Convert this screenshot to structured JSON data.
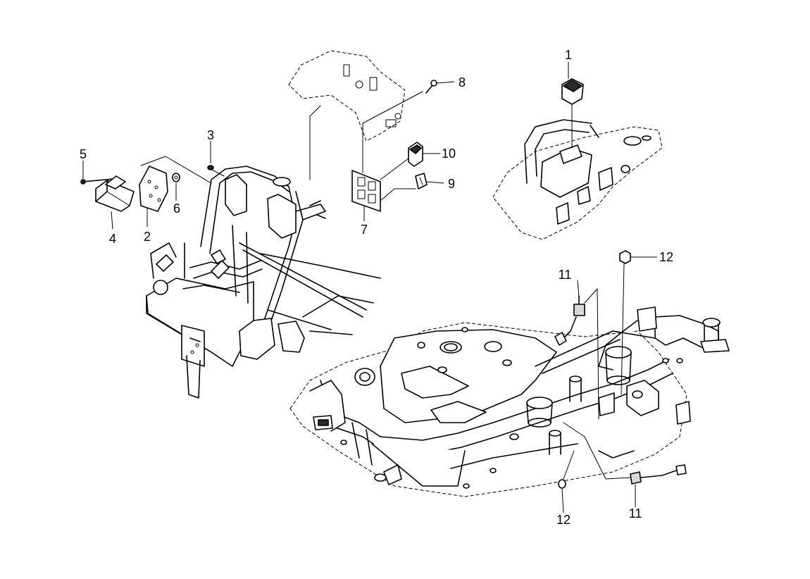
{
  "callouts": [
    "1",
    "2",
    "3",
    "4",
    "5",
    "6",
    "7",
    "8",
    "9",
    "10",
    "11",
    "11",
    "12",
    "12"
  ]
}
